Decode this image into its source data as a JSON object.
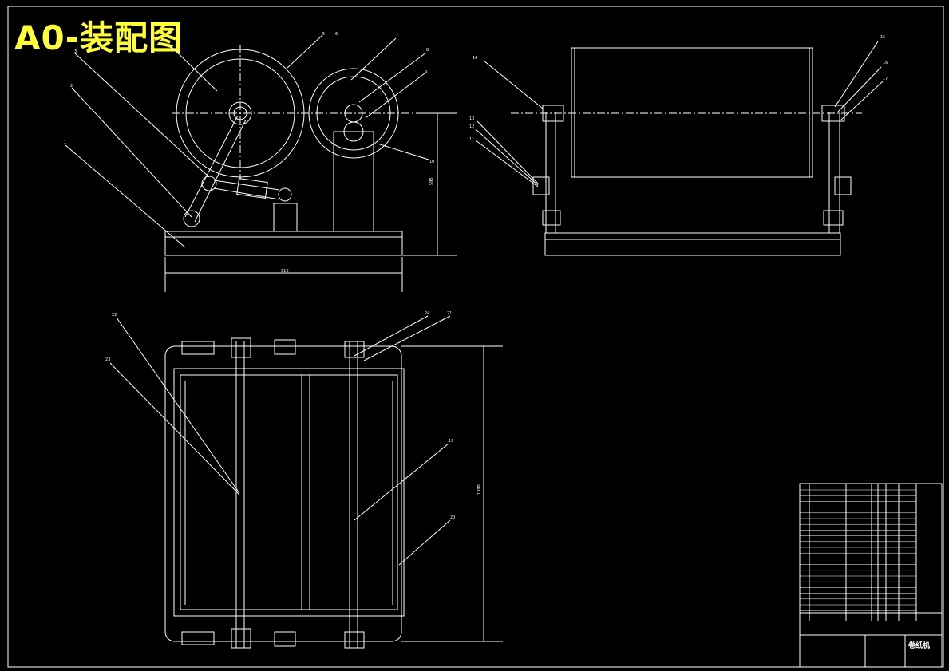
{
  "title": "A0-装配图",
  "title_color": "#ffff33",
  "line_color": "#ffffff",
  "background_color": "#000000",
  "front_view_labels": [
    "5",
    "6",
    "7",
    "8",
    "9",
    "3",
    "2",
    "1",
    "10"
  ],
  "front_view_dims": {
    "width": "910",
    "height": "595"
  },
  "side_view_labels": [
    "14",
    "15",
    "16",
    "17",
    "13",
    "12",
    "11"
  ],
  "top_view_labels": [
    "22",
    "23",
    "24",
    "21",
    "19",
    "20"
  ],
  "top_view_dims": {
    "height": "1390"
  },
  "title_block": {
    "name": "卷纸机"
  }
}
